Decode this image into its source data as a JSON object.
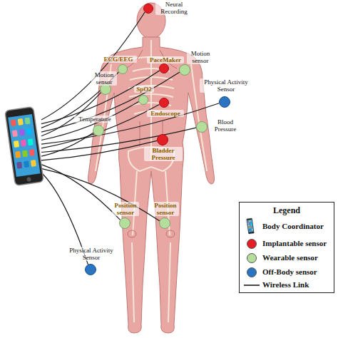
{
  "diagram": {
    "nodes": [
      {
        "text": []
      },
      {
        "text": [
          "Neural Recording"
        ]
      },
      {
        "text": [
          "ECG/EEG"
        ]
      },
      {
        "text": [
          "PaceMaker"
        ]
      },
      {
        "text": [
          "Motion sensor"
        ]
      },
      {
        "text": [
          "Motion sensor"
        ]
      },
      {
        "text": [
          "SpO2"
        ]
      },
      {
        "text": [
          "Endoscope"
        ]
      },
      {
        "text": [
          "Physical Activity Sensor"
        ]
      },
      {
        "text": [
          "Temperature"
        ]
      },
      {
        "text": [
          "Blood Pressure"
        ]
      },
      {
        "text": [
          "Bladder Pressure"
        ]
      },
      {
        "text": [
          "Position sensor"
        ]
      },
      {
        "text": [
          "Position sensor"
        ]
      },
      {
        "text": [
          "Physical Activity Sensor"
        ]
      }
    ],
    "edges": [
      {
        "from": 0,
        "to": 1,
        "arrow": "none"
      },
      {
        "from": 0,
        "to": 2,
        "arrow": "none"
      },
      {
        "from": 0,
        "to": 3,
        "arrow": "none"
      },
      {
        "from": 0,
        "to": 4,
        "arrow": "none"
      },
      {
        "from": 0,
        "to": 5,
        "arrow": "none"
      },
      {
        "from": 0,
        "to": 6,
        "arrow": "none"
      },
      {
        "from": 0,
        "to": 7,
        "arrow": "none"
      },
      {
        "from": 0,
        "to": 8,
        "arrow": "none"
      },
      {
        "from": 0,
        "to": 9,
        "arrow": "none"
      },
      {
        "from": 0,
        "to": 10,
        "arrow": "none"
      },
      {
        "from": 0,
        "to": 11,
        "arrow": "none"
      },
      {
        "from": 0,
        "to": 12,
        "arrow": "none"
      },
      {
        "from": 0,
        "to": 13,
        "arrow": "none"
      },
      {
        "from": 0,
        "to": 14,
        "arrow": "none"
      }
    ],
    "labels": [
      "Legend"
    ],
    "legend": [
      {
        "text": "Body Coordinator"
      },
      {
        "text": "Implantable sensor",
        "color": "#e31e24"
      },
      {
        "text": "Wearable sensor",
        "color": "#b5dd9b"
      },
      {
        "text": "Off-Body sensor",
        "color": "#2b74c2"
      },
      {
        "text": "Wireless Link"
      }
    ]
  }
}
